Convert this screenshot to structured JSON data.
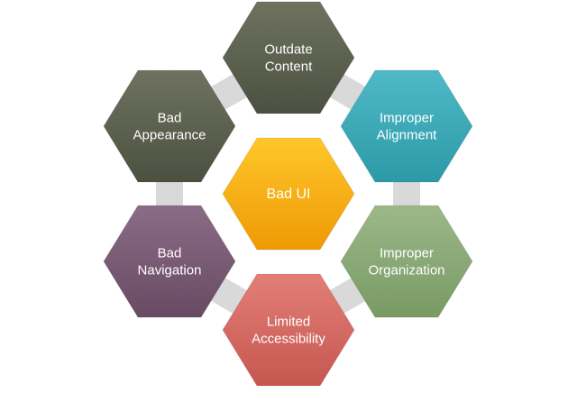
{
  "diagram": {
    "center": {
      "lines": [
        "Bad UI"
      ],
      "color_top": "#FFC72A",
      "color_bottom": "#EE9A05"
    },
    "nodes": [
      {
        "id": "outdate-content",
        "lines": [
          "Outdate",
          "Content"
        ],
        "color_top": "#6E725F",
        "color_bottom": "#4C5040"
      },
      {
        "id": "improper-alignment",
        "lines": [
          "Improper",
          "Alignment"
        ],
        "color_top": "#4FB9C7",
        "color_bottom": "#2C9AA7"
      },
      {
        "id": "improper-organization",
        "lines": [
          "Improper",
          "Organization"
        ],
        "color_top": "#9CB889",
        "color_bottom": "#789A64"
      },
      {
        "id": "limited-accessibility",
        "lines": [
          "Limited",
          "Accessibility"
        ],
        "color_top": "#E27F77",
        "color_bottom": "#C65750"
      },
      {
        "id": "bad-navigation",
        "lines": [
          "Bad",
          "Navigation"
        ],
        "color_top": "#8B6C86",
        "color_bottom": "#684A63"
      },
      {
        "id": "bad-appearance",
        "lines": [
          "Bad",
          "Appearance"
        ],
        "color_top": "#6E725F",
        "color_bottom": "#4C5040"
      }
    ],
    "connector_color": "#D9D9D9"
  }
}
